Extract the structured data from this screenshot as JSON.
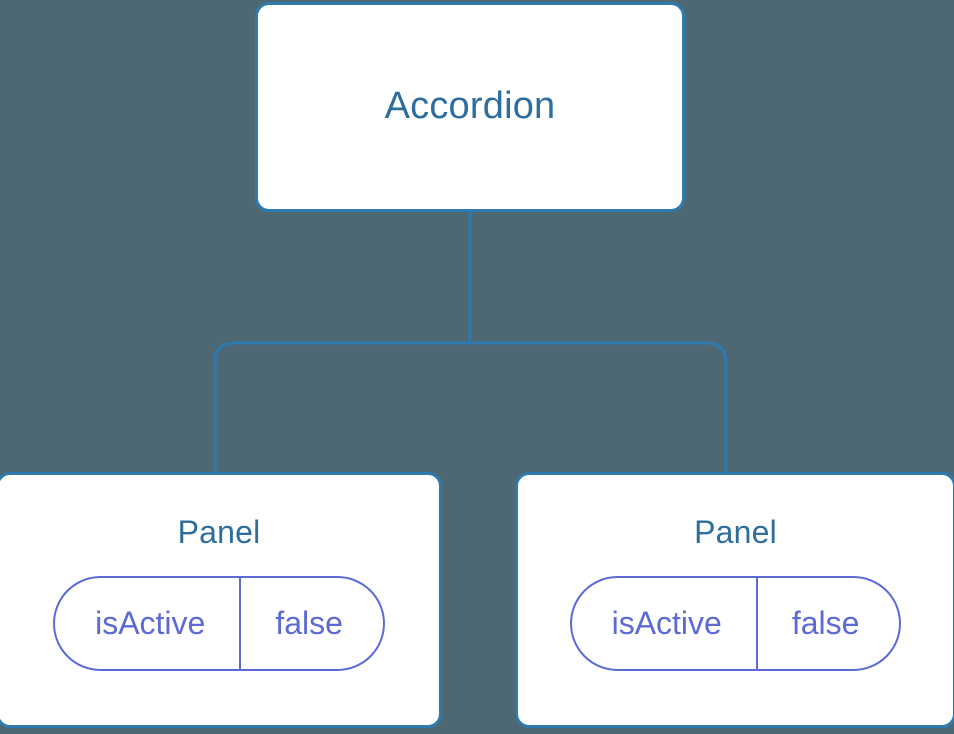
{
  "canvas": {
    "background_color": "#4d6872",
    "edge_color": "#2e7ab0"
  },
  "tree": {
    "root": {
      "title": "Accordion",
      "title_color": "#2d6e9e",
      "border_color": "#2e7ab0",
      "background_color": "#ffffff"
    },
    "children": [
      {
        "title": "Panel",
        "title_color": "#2d6e9e",
        "border_color": "#2e7ab0",
        "background_color": "#ffffff",
        "prop": {
          "key": "isActive",
          "value": "false",
          "color": "#5b6ad4"
        }
      },
      {
        "title": "Panel",
        "title_color": "#2d6e9e",
        "border_color": "#2e7ab0",
        "background_color": "#ffffff",
        "prop": {
          "key": "isActive",
          "value": "false",
          "color": "#5b6ad4"
        }
      }
    ]
  }
}
